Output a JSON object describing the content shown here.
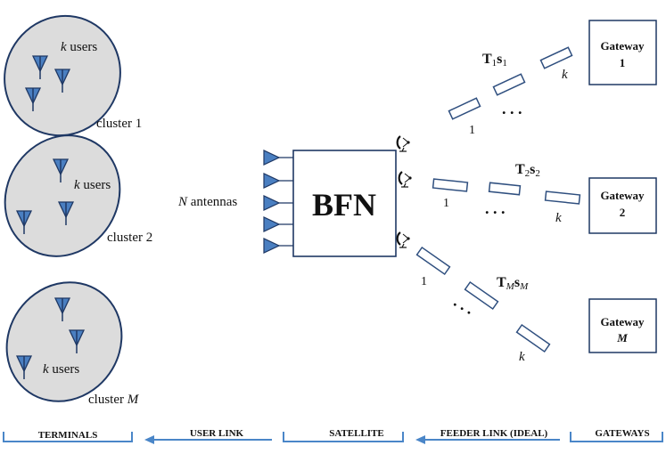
{
  "clusters": [
    {
      "users_k": "k",
      "users_word": "users",
      "label_word": "cluster",
      "label_index": "1"
    },
    {
      "users_k": "k",
      "users_word": "users",
      "label_word": "cluster",
      "label_index": "2"
    },
    {
      "users_k": "k",
      "users_word": "users",
      "label_word": "cluster",
      "label_index": "M"
    }
  ],
  "satellite": {
    "antennas_symbol": "N",
    "antennas_word": "antennas",
    "bfn_label": "BFN"
  },
  "beams": [
    {
      "T": "T",
      "s": "s",
      "sub": "1",
      "first_index": "1",
      "last_index": "k"
    },
    {
      "T": "T",
      "s": "s",
      "sub": "2",
      "first_index": "1",
      "last_index": "k"
    },
    {
      "T": "T",
      "s": "s",
      "sub": "M",
      "first_index": "1",
      "last_index": "k"
    }
  ],
  "gateways": [
    {
      "word": "Gateway",
      "index": "1"
    },
    {
      "word": "Gateway",
      "index": "2"
    },
    {
      "word": "Gateway",
      "index": "M"
    }
  ],
  "ellipsis": ". . .",
  "footer": {
    "terminals": "TERMINALS",
    "user_link": "USER LINK",
    "satellite": "SATELLITE",
    "feeder_link": "FEEDER LINK (IDEAL)",
    "gateways": "GATEWAYS"
  },
  "colors": {
    "cluster_fill": "#dcdcdc",
    "cluster_stroke": "#1f3864",
    "antenna_fill": "#4a7fc1",
    "link_stroke": "#2f4f7f",
    "arrow_blue": "#4a86c8",
    "box_stroke": "#1f3864"
  }
}
